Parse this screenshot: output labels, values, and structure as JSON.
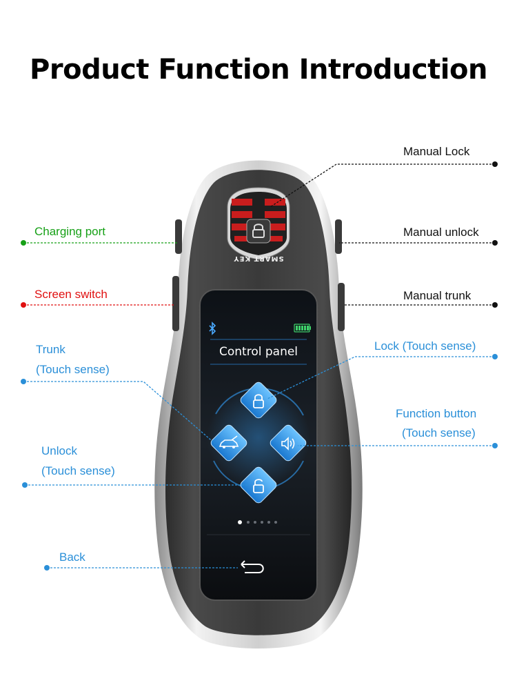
{
  "title": "Product Function Introduction",
  "labels": {
    "manual_lock": "Manual Lock",
    "manual_unlock": "Manual unlock",
    "manual_trunk": "Manual trunk",
    "charging_port": "Charging port",
    "screen_switch": "Screen switch",
    "trunk": "Trunk",
    "trunk_sub": "(Touch sense)",
    "lock": "Lock (Touch sense)",
    "function_button": "Function button",
    "function_sub": "(Touch sense)",
    "unlock": "Unlock",
    "unlock_sub": "(Touch sense)",
    "back": "Back"
  },
  "screen": {
    "heading": "Control panel",
    "emblem_text": "SMART KEY",
    "page_dots": 6,
    "active_dot": 1
  },
  "colors": {
    "green": "#16a016",
    "red": "#e01010",
    "blue": "#2a8fd8",
    "black": "#111111"
  },
  "icons": [
    "bluetooth-icon",
    "battery-icon",
    "lock-icon",
    "car-trunk-icon",
    "speaker-icon",
    "unlock-icon",
    "back-arrow-icon"
  ]
}
